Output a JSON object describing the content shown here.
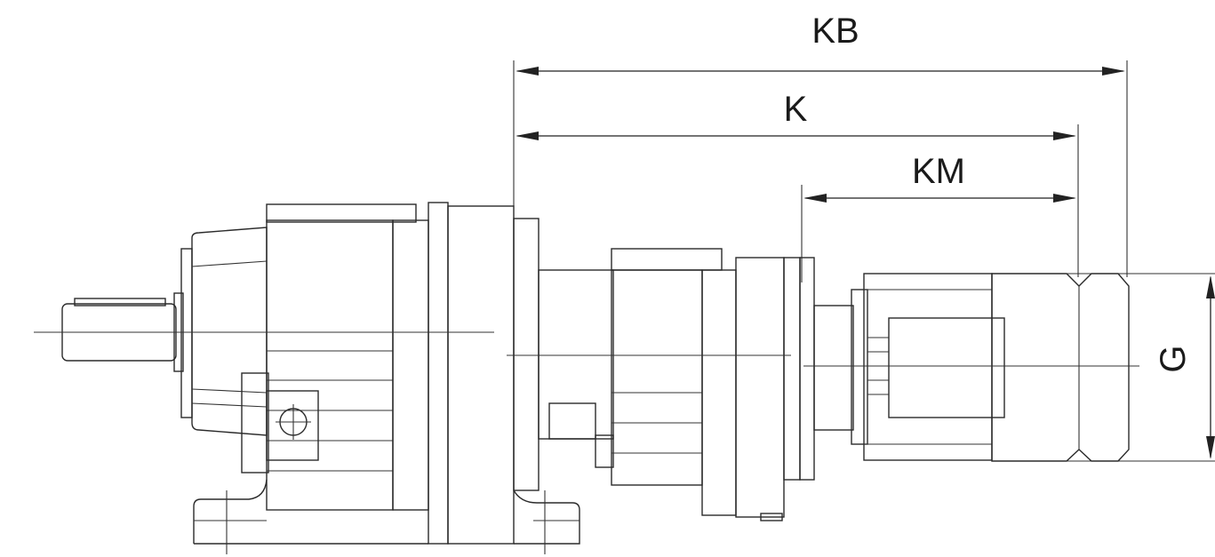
{
  "dimensions": {
    "kb": "KB",
    "k": "K",
    "km": "KM",
    "g": "G"
  },
  "colors": {
    "line": "#2b2b2b",
    "background": "#ffffff"
  }
}
